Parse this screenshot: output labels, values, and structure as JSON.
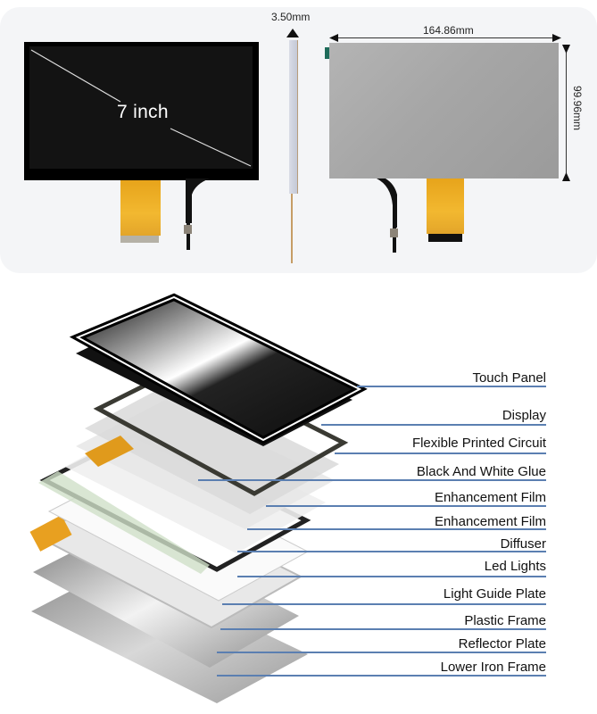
{
  "top_panel": {
    "front_view": {
      "size_label": "7 inch"
    },
    "side_view": {
      "thickness_label": "3.50mm"
    },
    "back_view": {
      "width_label": "164.86mm",
      "height_label": "99.96mm"
    }
  },
  "exploded_view": {
    "layers": [
      {
        "label": "Touch Panel"
      },
      {
        "label": "Display"
      },
      {
        "label": "Flexible Printed Circuit"
      },
      {
        "label": "Black And White Glue"
      },
      {
        "label": "Enhancement Film"
      },
      {
        "label": "Enhancement Film"
      },
      {
        "label": "Diffuser"
      },
      {
        "label": "Led Lights"
      },
      {
        "label": "Light Guide Plate"
      },
      {
        "label": "Plastic Frame"
      },
      {
        "label": "Reflector Plate"
      },
      {
        "label": "Lower Iron Frame"
      }
    ],
    "leader_color": "#5b7fb1"
  }
}
